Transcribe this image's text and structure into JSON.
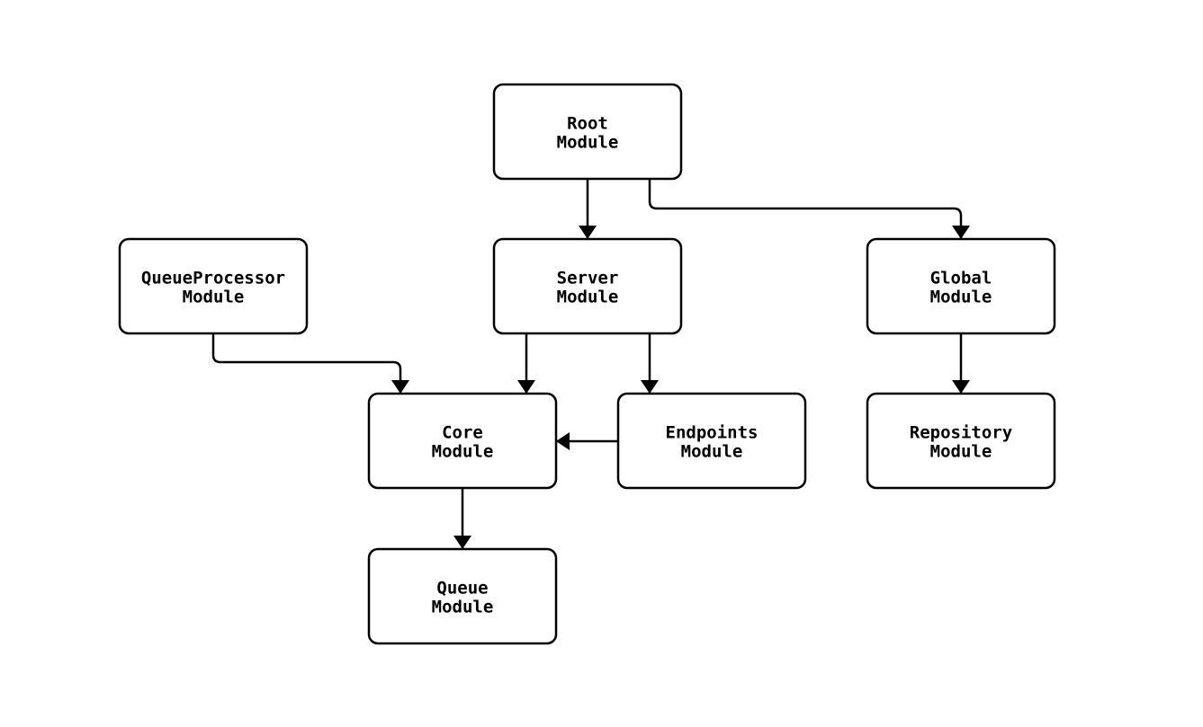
{
  "page": {
    "background": "#ffffff"
  },
  "diagram": {
    "type": "module-dependency-graph",
    "stroke_color": "#000000",
    "node_fill": "#ffffff",
    "text_color": "#000000",
    "nodes": [
      {
        "id": "root",
        "lines": [
          "Root",
          "Module"
        ]
      },
      {
        "id": "queueprocessor",
        "lines": [
          "QueueProcessor",
          "Module"
        ]
      },
      {
        "id": "server",
        "lines": [
          "Server",
          "Module"
        ]
      },
      {
        "id": "global",
        "lines": [
          "Global",
          "Module"
        ]
      },
      {
        "id": "core",
        "lines": [
          "Core",
          "Module"
        ]
      },
      {
        "id": "endpoints",
        "lines": [
          "Endpoints",
          "Module"
        ]
      },
      {
        "id": "repository",
        "lines": [
          "Repository",
          "Module"
        ]
      },
      {
        "id": "queue",
        "lines": [
          "Queue",
          "Module"
        ]
      }
    ],
    "edges": [
      {
        "from": "root",
        "to": "server"
      },
      {
        "from": "root",
        "to": "global"
      },
      {
        "from": "queueprocessor",
        "to": "core"
      },
      {
        "from": "server",
        "to": "core"
      },
      {
        "from": "server",
        "to": "endpoints"
      },
      {
        "from": "endpoints",
        "to": "core"
      },
      {
        "from": "global",
        "to": "repository"
      },
      {
        "from": "core",
        "to": "queue"
      }
    ]
  }
}
